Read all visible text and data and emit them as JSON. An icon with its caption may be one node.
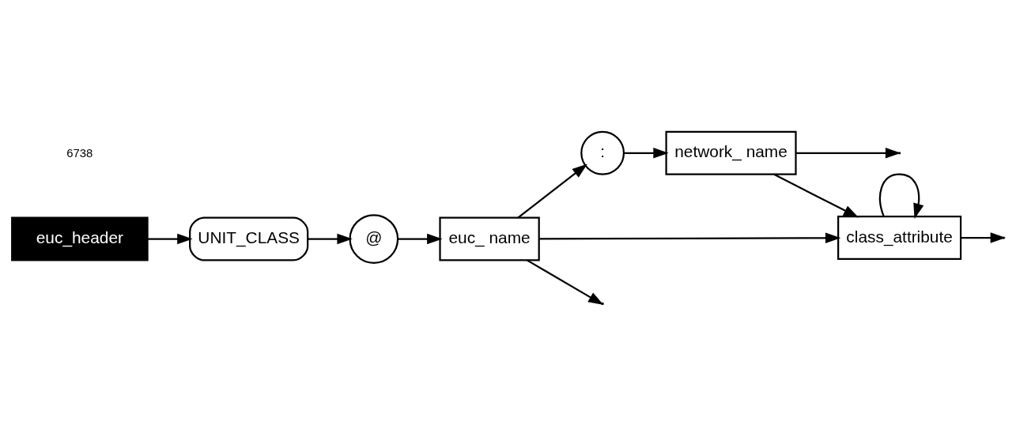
{
  "diagram": {
    "nodes": [
      {
        "text": [
          "euc_header"
        ]
      },
      {
        "text": [
          "UNIT_CLASS"
        ]
      },
      {
        "text": [
          "@"
        ]
      },
      {
        "text": [
          "euc_ name"
        ]
      },
      {
        "text": [
          ":"
        ]
      },
      {
        "text": [
          "network_ name"
        ]
      },
      {
        "text": [
          "class_attribute"
        ]
      }
    ],
    "edges": [
      {
        "from": 0,
        "to": 1,
        "arrow": "to"
      },
      {
        "from": 1,
        "to": 2,
        "arrow": "to"
      },
      {
        "from": 2,
        "to": 3,
        "arrow": "to"
      },
      {
        "from": 3,
        "to": 4,
        "arrow": "to"
      },
      {
        "from": 4,
        "to": 5,
        "arrow": "to"
      },
      {
        "from": 5,
        "to": 6,
        "arrow": "to"
      },
      {
        "from": 3,
        "to": 6,
        "arrow": "to"
      },
      {
        "from": 6,
        "to": 6,
        "arrow": "to"
      },
      {
        "from": 6,
        "to": null,
        "arrow": "to"
      },
      {
        "from": 3,
        "to": null,
        "arrow": "to"
      },
      {
        "from": 5,
        "to": null,
        "arrow": "to"
      }
    ],
    "labels": [
      "6738"
    ]
  }
}
